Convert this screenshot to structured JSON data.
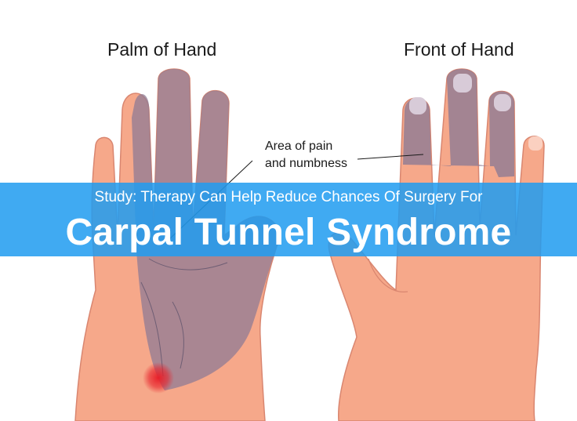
{
  "labels": {
    "palm": "Palm of Hand",
    "front": "Front of Hand",
    "callout_line1": "Area of pain",
    "callout_line2": "and numbness"
  },
  "banner": {
    "subtitle": "Study: Therapy Can Help Reduce Chances Of Surgery For",
    "headline": "Carpal Tunnel Syndrome",
    "color": "#219cf0"
  },
  "colors": {
    "skin": "#f6a88a",
    "skin_outline": "#d98670",
    "affected_area": "#8f7b94",
    "pain_point": "#e8202a"
  }
}
